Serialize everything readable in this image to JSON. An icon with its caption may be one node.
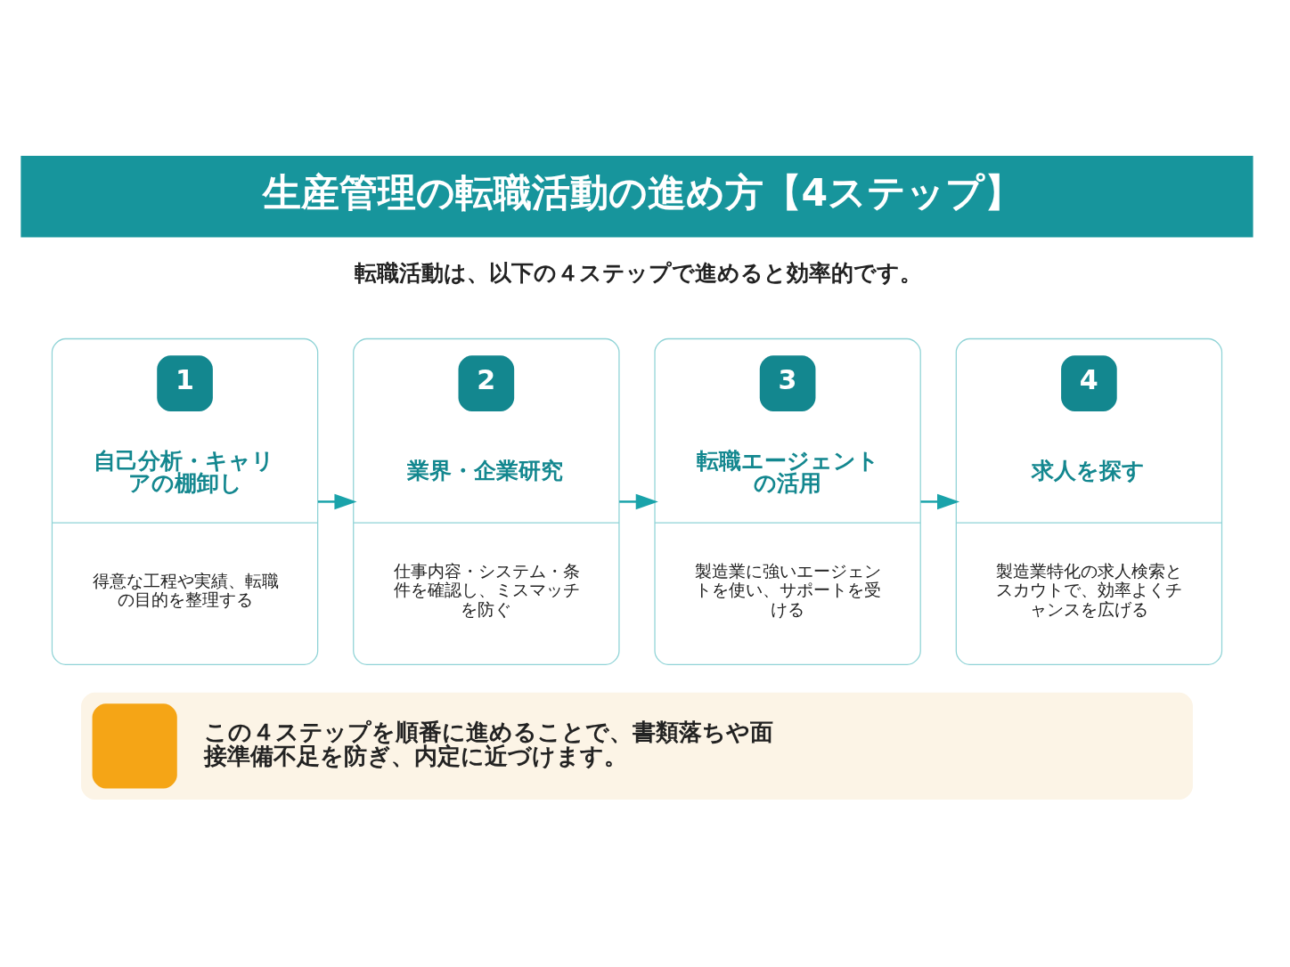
{
  "diagram": {
    "title": "生産管理の転職活動の進め方【4ステップ】",
    "nodes": [
      {
        "text": [
          "1",
          "自己分析・キャリアの棚卸し",
          "得意な工程や実績、転職の目的を整理する"
        ]
      },
      {
        "text": [
          "2",
          "業界・企業研究",
          "仕事内容・システム・条件を確認し、ミスマッチを防ぐ"
        ]
      },
      {
        "text": [
          "3",
          "転職エージェントの活用",
          "製造業に強いエージェントを使い、サポートを受ける"
        ]
      },
      {
        "text": [
          "4",
          "求人を探す",
          "製造業特化の求人検索とスカウトで、効率よくチャンスを広げる"
        ]
      },
      {
        "text": [
          "この４ステップを順番に進めることで、書類落ちや面接準備不足を防ぎ、内定に近づけます。"
        ]
      }
    ],
    "edges": [
      {
        "from": 0,
        "to": 1,
        "arrow": "to"
      },
      {
        "from": 1,
        "to": 2,
        "arrow": "to"
      },
      {
        "from": 2,
        "to": 3,
        "arrow": "to"
      }
    ],
    "labels": [
      "転職活動は、以下の４ステップで進めると効率的です。"
    ]
  }
}
